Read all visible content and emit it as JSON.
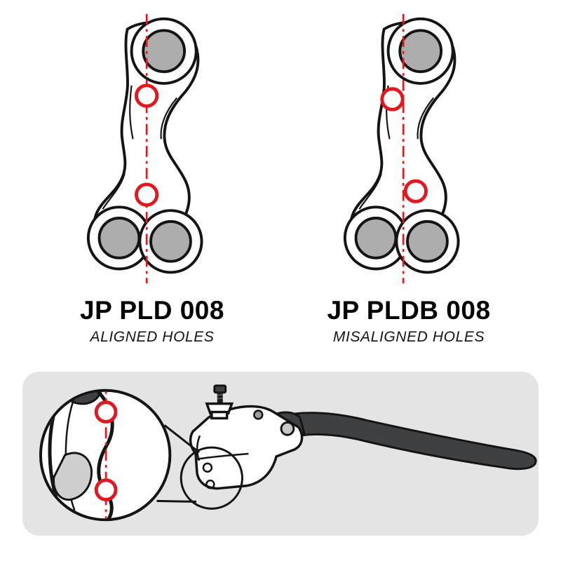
{
  "products": [
    {
      "name": "JP PLD 008",
      "caption": "ALIGNED HOLES"
    },
    {
      "name": "JP PLDB 008",
      "caption": "MISALIGNED HOLES"
    }
  ],
  "colors": {
    "accent_red": "#e0181f",
    "hole_gray": "#adadad",
    "panel_gray": "#e4e4e4",
    "lever_dark": "#3e4042"
  }
}
